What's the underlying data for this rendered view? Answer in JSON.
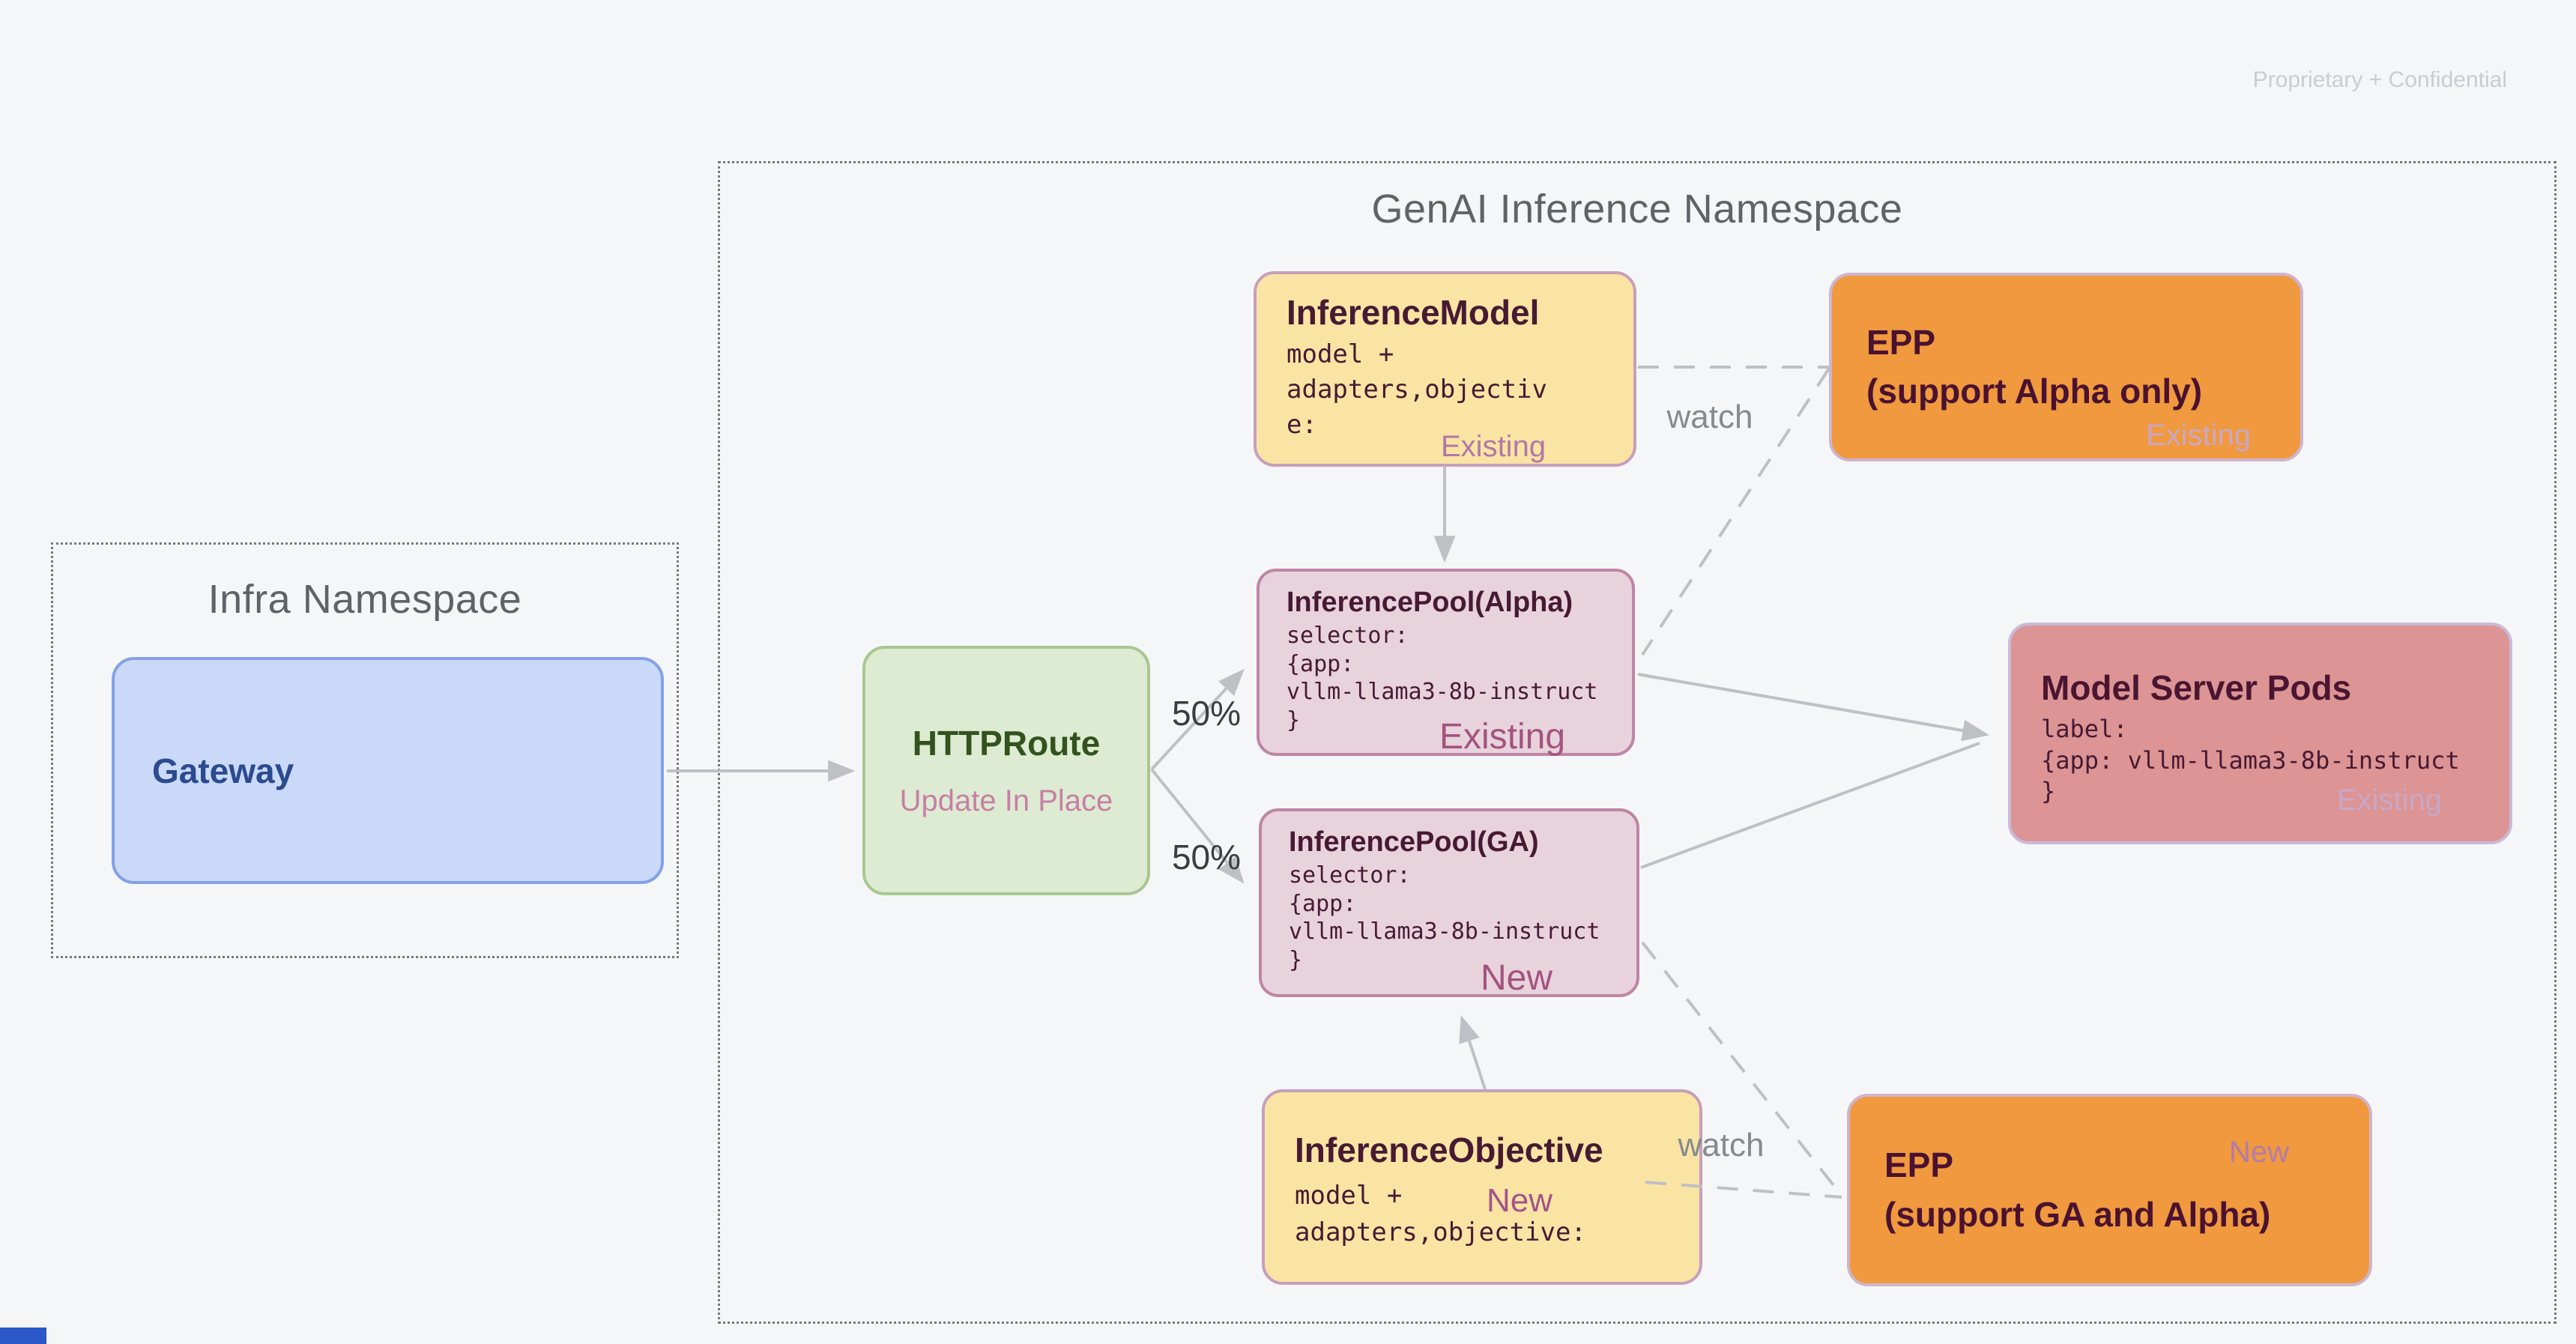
{
  "page": {
    "watermark": "Proprietary + Confidential"
  },
  "colors": {
    "background": "#F5F6F8",
    "arrow_gray": "#BDC0C4",
    "namespace_title_gray": "#5F6368",
    "yellow_node_fill": "#FAE4A4",
    "orange_node_fill": "#F0993E",
    "pink_node_fill": "#E8D3DD",
    "salmon_node_fill": "#DC9494",
    "green_node_fill": "#DDEBD2",
    "blue_node_fill": "#C9D9F7",
    "dark_maroon_text": "#471A33",
    "status_mauve": "#A4537E",
    "accent_bar_blue": "#2B57C8"
  },
  "genai_namespace": {
    "title": "GenAI Inference Namespace"
  },
  "infra_namespace": {
    "title": "Infra Namespace",
    "gateway": {
      "title": "Gateway"
    }
  },
  "nodes": {
    "httproute": {
      "title": "HTTPRoute",
      "subtitle": "Update In Place"
    },
    "inference_model": {
      "title": "InferenceModel",
      "code": "model +\nadapters,objectiv\ne:",
      "status": "Existing"
    },
    "epp_alpha": {
      "title": "EPP",
      "subtitle": "(support Alpha only)",
      "status": "Existing"
    },
    "pool_alpha": {
      "title": "InferencePool(Alpha)",
      "code": "selector:\n{app:\nvllm-llama3-8b-instruct\n}",
      "status": "Existing"
    },
    "pool_ga": {
      "title": "InferencePool(GA)",
      "code": "selector:\n{app:\nvllm-llama3-8b-instruct\n}",
      "status": "New"
    },
    "model_server_pods": {
      "title": "Model Server Pods",
      "code": "label:\n{app: vllm-llama3-8b-instruct\n}",
      "status": "Existing"
    },
    "inference_objective": {
      "title": "InferenceObjective",
      "code": "model +\nadapters,objective:",
      "status": "New"
    },
    "epp_ga": {
      "title": "EPP",
      "subtitle": "(support GA and Alpha)",
      "status": "New"
    }
  },
  "edges": {
    "route_to_pool_alpha_label": "50%",
    "route_to_pool_ga_label": "50%",
    "model_watch_label": "watch",
    "objective_watch_label": "watch"
  }
}
